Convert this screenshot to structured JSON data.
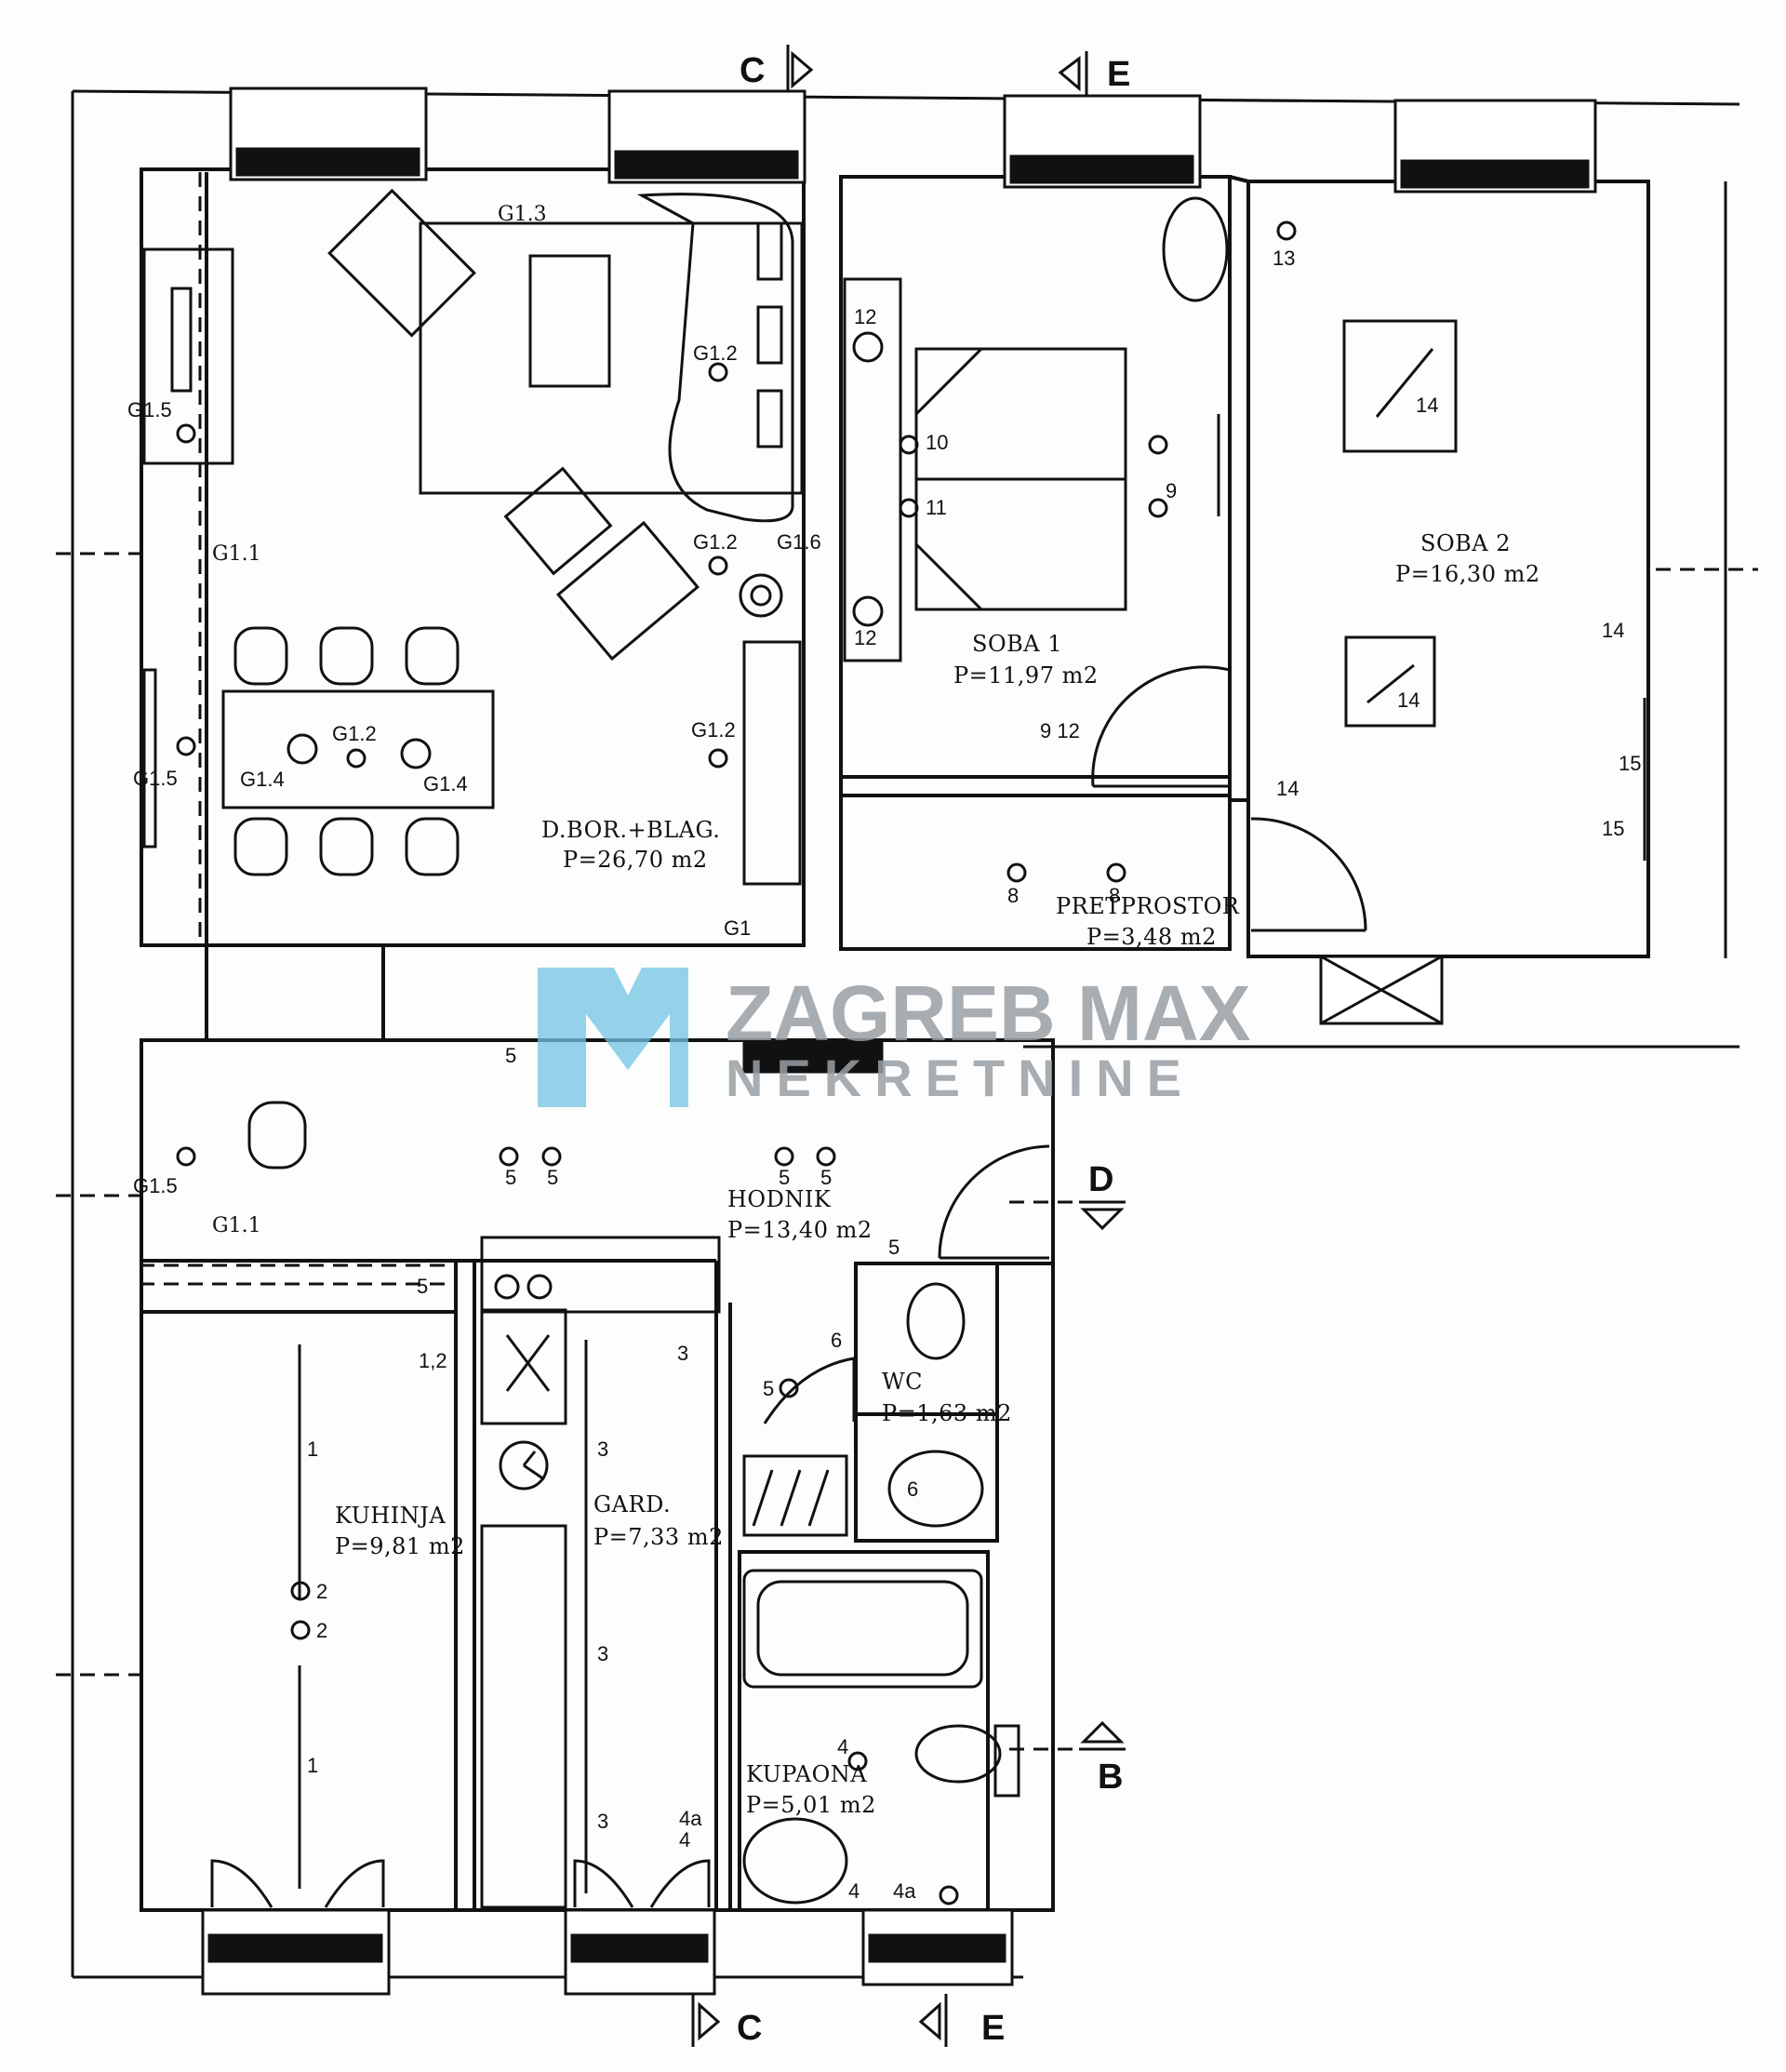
{
  "rooms": {
    "dnevni": {
      "name": "D.BOR.+BLAG.",
      "area": "P=26,70 m2"
    },
    "soba1": {
      "name": "SOBA 1",
      "area": "P=11,97 m2"
    },
    "soba2": {
      "name": "SOBA 2",
      "area": "P=16,30 m2"
    },
    "pretprostor": {
      "name": "PRETPROSTOR",
      "area": "P=3,48 m2"
    },
    "hodnik": {
      "name": "HODNIK",
      "area": "P=13,40 m2"
    },
    "kuhinja": {
      "name": "KUHINJA",
      "area": "P=9,81 m2"
    },
    "gard": {
      "name": "GARD.",
      "area": "P=7,33 m2"
    },
    "wc": {
      "name": "WC",
      "area": "P=1,63 m2"
    },
    "kupaona": {
      "name": "KUPAONA",
      "area": "P=5,01 m2"
    }
  },
  "sections": {
    "c": "C",
    "d": "D",
    "e": "E",
    "b": "B"
  },
  "watermark": {
    "line1": "ZAGREB MAX",
    "line2": "NEKRETNINE"
  },
  "tags": {
    "g1": "G1",
    "g11": "G1.1",
    "g12": "G1.2",
    "g13": "G1.3",
    "g14": "G1.4",
    "g15": "G1.5",
    "g16": "G1.6",
    "n1": "1",
    "n12": "1,2",
    "n2": "2",
    "n3": "3",
    "n4": "4",
    "n4a": "4a",
    "n5": "5",
    "n6": "6",
    "n8": "8",
    "n9": "9",
    "n10": "10",
    "n11": "11",
    "n12b": "12",
    "n912": "9 12",
    "n13": "13",
    "n14": "14",
    "n15": "15"
  },
  "colors": {
    "line": "#111111",
    "watermark": "#9aa0a6",
    "watermark_accent": "#6fc3e0"
  }
}
